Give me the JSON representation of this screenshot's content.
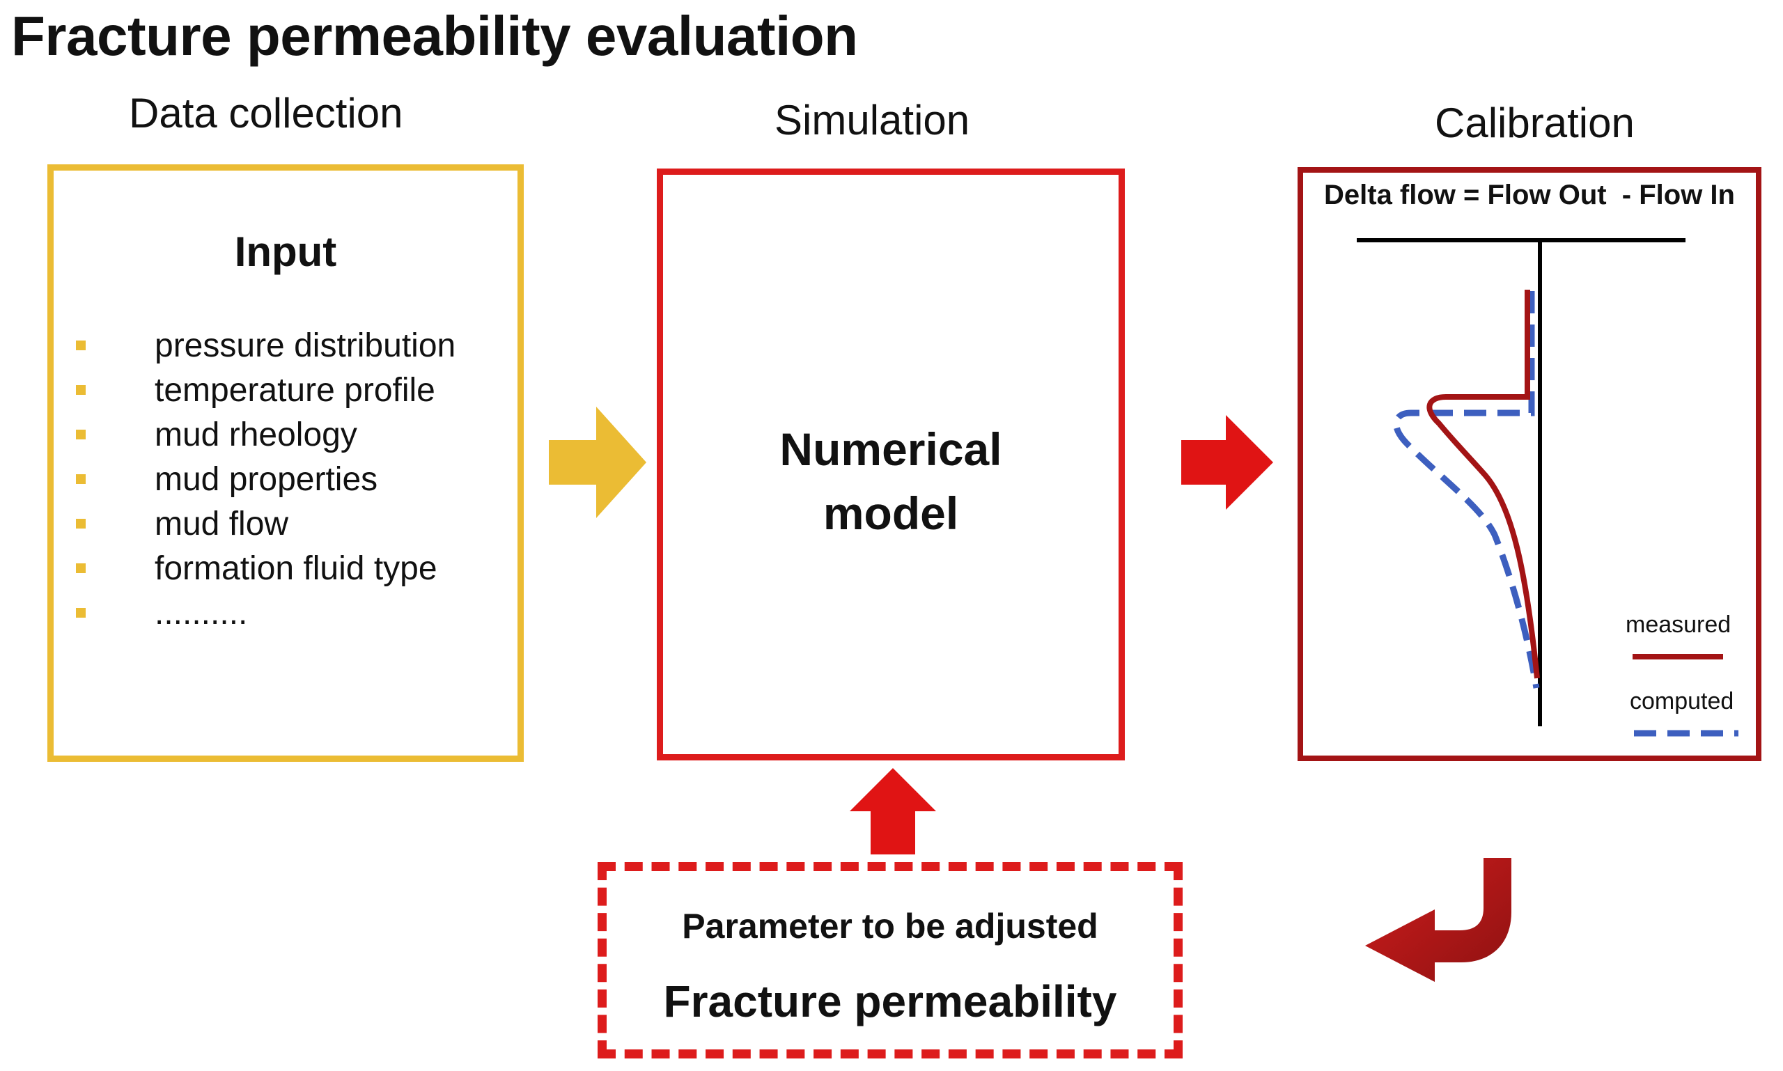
{
  "title": "Fracture permeability evaluation",
  "stages": {
    "data_collection": "Data collection",
    "simulation": "Simulation",
    "calibration": "Calibration"
  },
  "input_box": {
    "heading": "Input",
    "items": [
      "pressure distribution",
      "temperature profile",
      "mud rheology",
      "mud properties",
      "mud flow",
      "formation fluid type",
      ".........."
    ]
  },
  "model_box": {
    "label": "Numerical\nmodel"
  },
  "calibration_box": {
    "equation": "Delta flow = Flow Out  - Flow In",
    "legend": {
      "measured": "measured",
      "computed": "computed"
    }
  },
  "param_box": {
    "label": "Parameter to be adjusted",
    "value": "Fracture permeability"
  },
  "colors": {
    "input_yellow": "#ebbc34",
    "model_red": "#dd1c1c",
    "calibration_dark_red": "#a31415",
    "measured_line": "#a31415",
    "computed_line": "#3d5fbf"
  }
}
